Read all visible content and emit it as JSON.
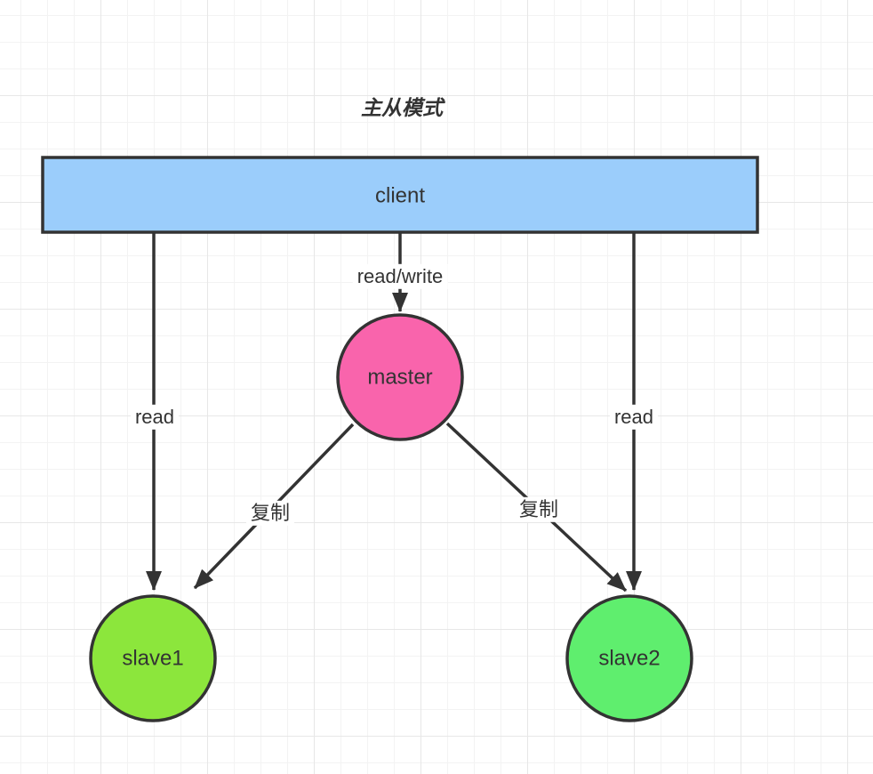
{
  "diagram": {
    "title": "主从模式",
    "stroke_color": "#333333",
    "nodes": {
      "client": {
        "label": "client",
        "fill": "#9BCDFB",
        "shape": "rectangle"
      },
      "master": {
        "label": "master",
        "fill": "#F964AC",
        "shape": "circle"
      },
      "slave1": {
        "label": "slave1",
        "fill": "#8CE63C",
        "shape": "circle"
      },
      "slave2": {
        "label": "slave2",
        "fill": "#5FEE6E",
        "shape": "circle"
      }
    },
    "edges": {
      "client_to_master": {
        "label": "read/write",
        "from": "client",
        "to": "master"
      },
      "client_to_slave1": {
        "label": "read",
        "from": "client",
        "to": "slave1"
      },
      "client_to_slave2": {
        "label": "read",
        "from": "client",
        "to": "slave2"
      },
      "master_to_slave1": {
        "label": "复制",
        "from": "master",
        "to": "slave1"
      },
      "master_to_slave2": {
        "label": "复制",
        "from": "master",
        "to": "slave2"
      }
    }
  }
}
